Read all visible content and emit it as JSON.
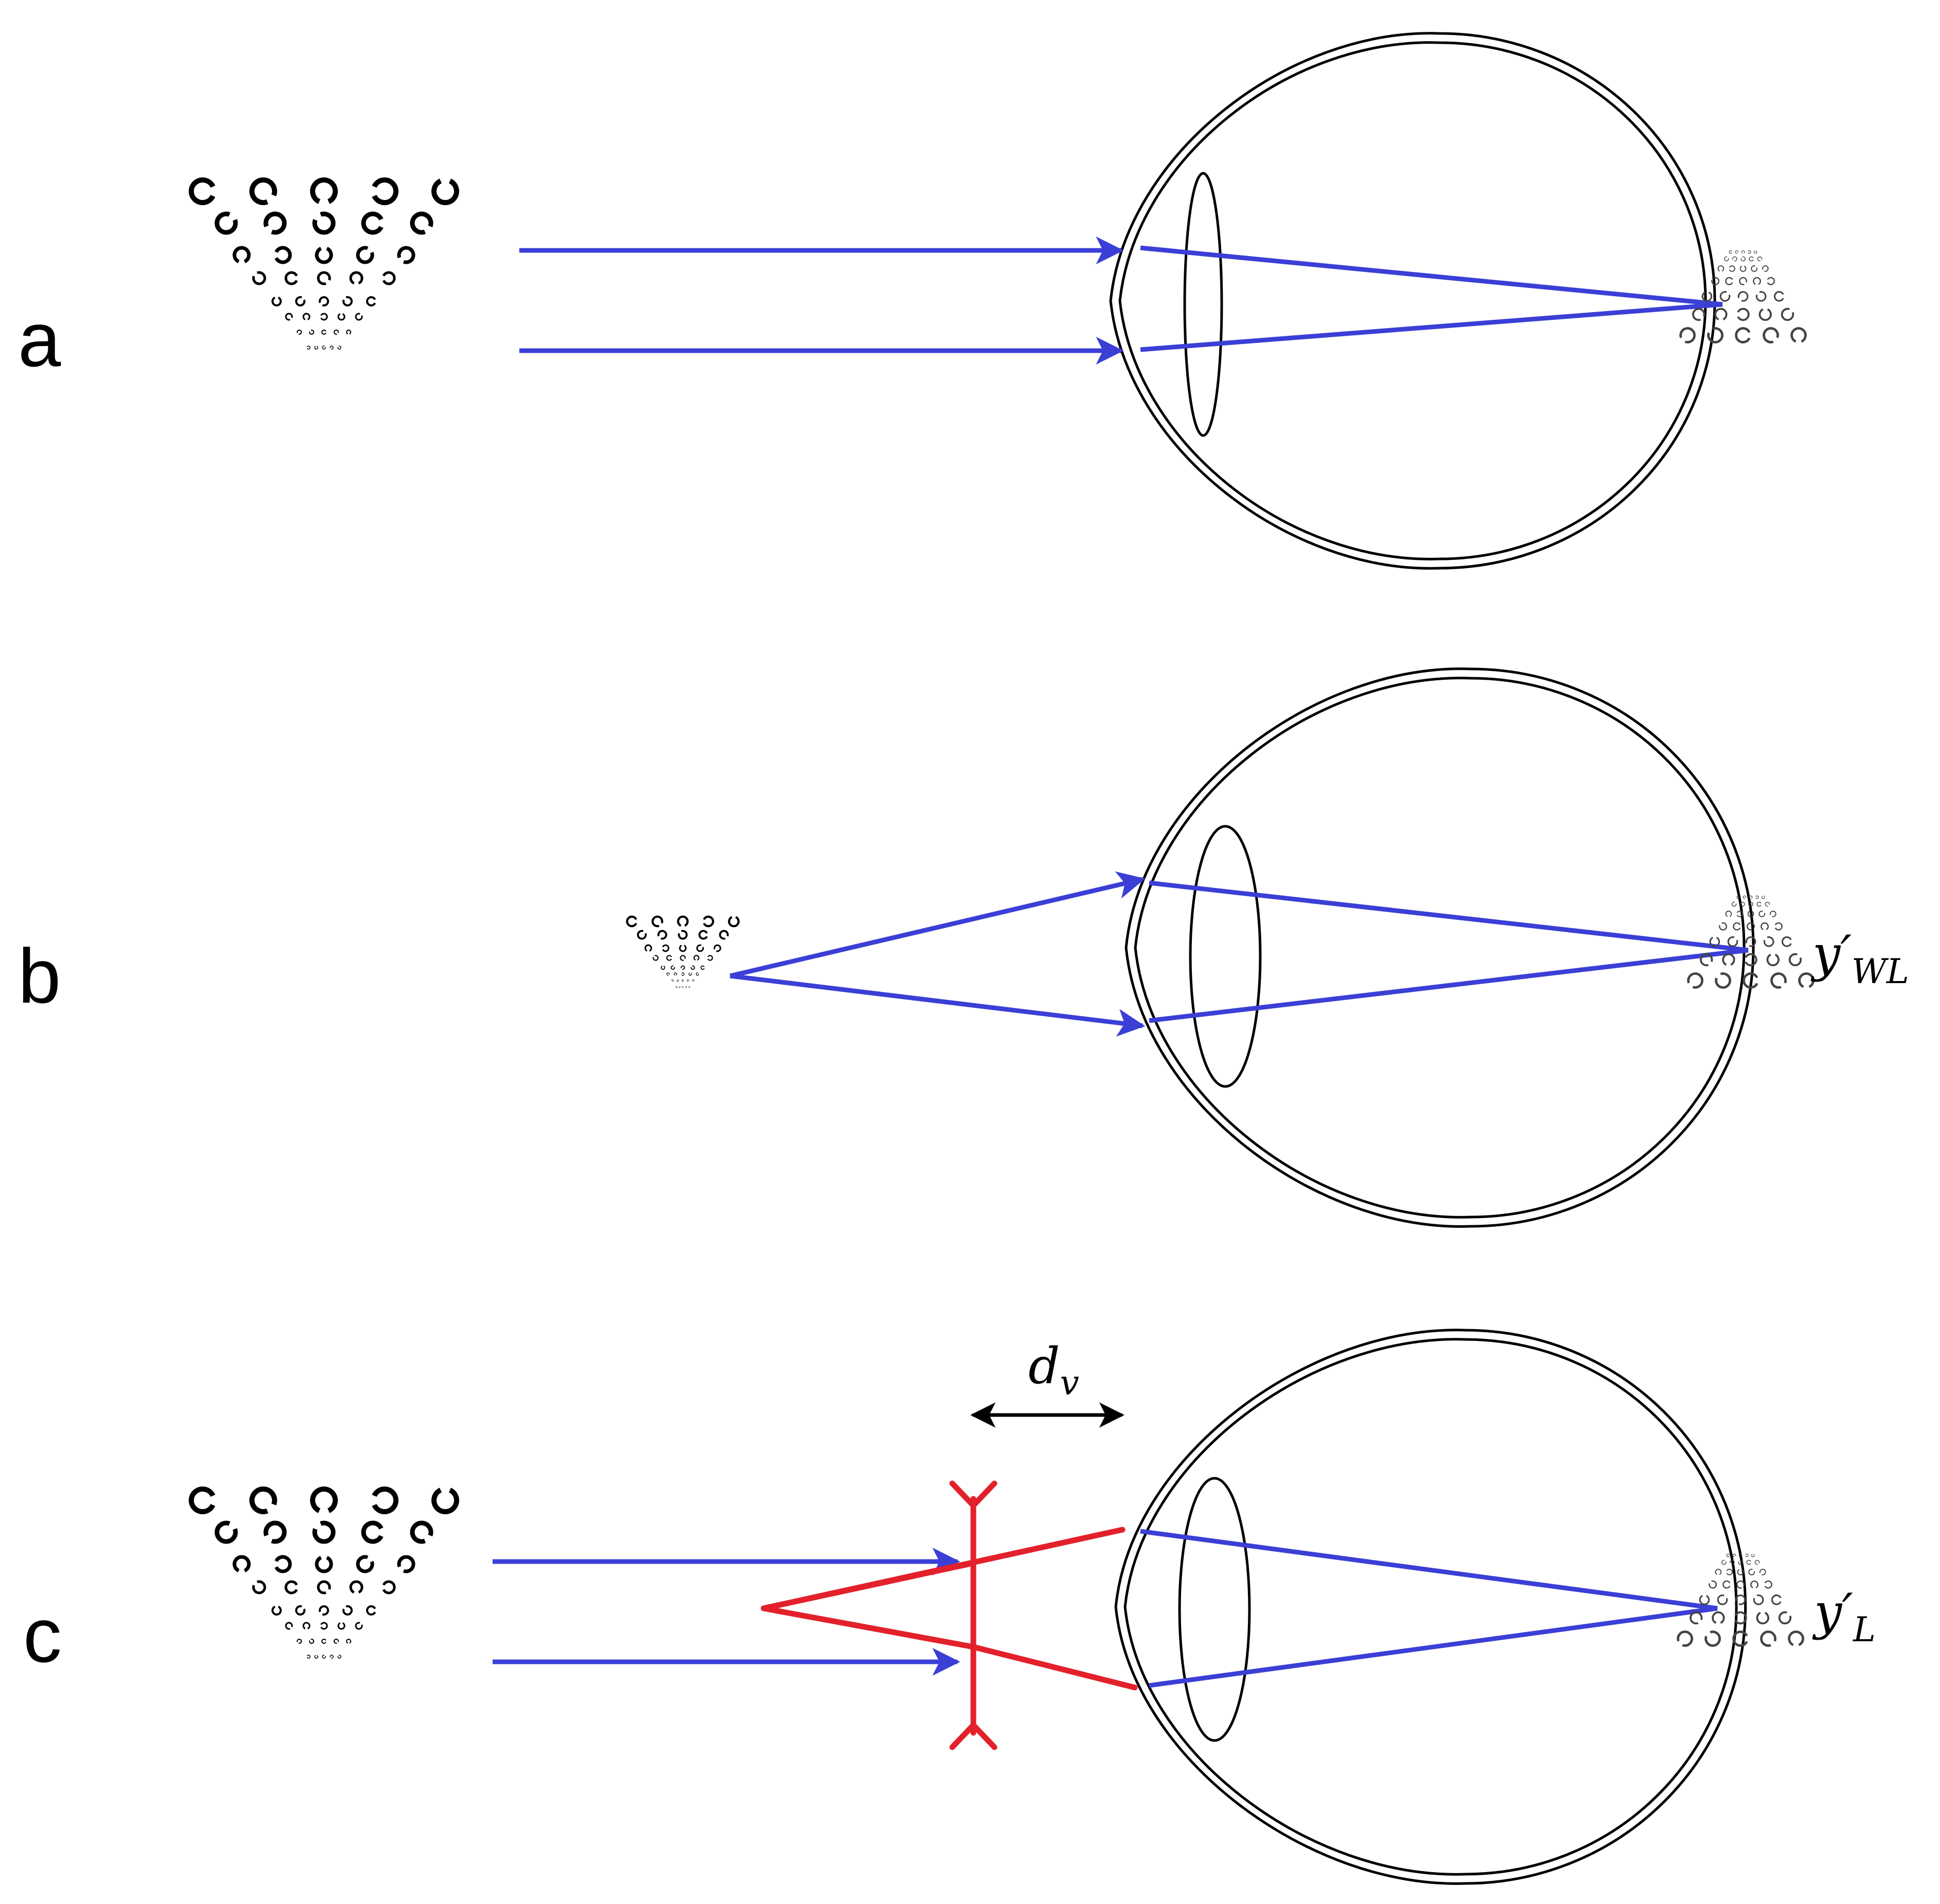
{
  "colors": {
    "ray": "#3b3fd6",
    "lens": "#e3212b",
    "outline": "#000000",
    "background": "#ffffff"
  },
  "panels": [
    {
      "id": "a",
      "letter": "a",
      "image_label": ""
    },
    {
      "id": "b",
      "letter": "b",
      "image_label": "y′WL",
      "label_main": "y′",
      "label_sub": "WL"
    },
    {
      "id": "c",
      "letter": "c",
      "image_label": "y′L",
      "label_main": "y′",
      "label_sub": "L",
      "distance_label": "d",
      "distance_sub": "v"
    }
  ],
  "icons": {
    "optotype": "landolt-c-chart-icon",
    "eye": "eye-cross-section-icon",
    "lens": "concave-lens-icon",
    "arrow": "double-headed-arrow-icon"
  }
}
